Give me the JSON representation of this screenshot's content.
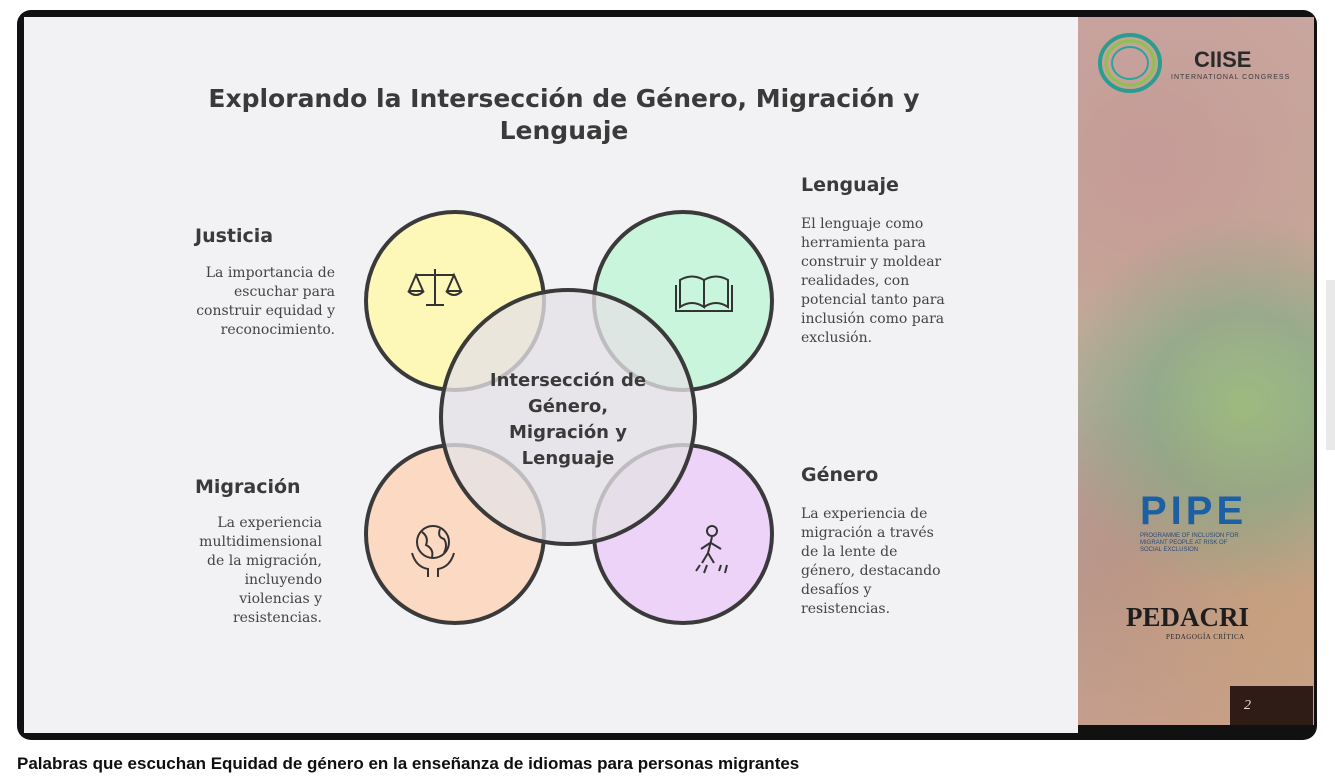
{
  "slide": {
    "title": "Explorando la Intersección de Género, Migración y Lenguaje",
    "center_label": "Intersección de Género, Migración y Lenguaje",
    "items": [
      {
        "key": "justicia",
        "label": "Justicia",
        "text": "La importancia de escuchar para construir equidad y reconocimiento.",
        "icon": "scales-icon",
        "color": "#fdf7b8"
      },
      {
        "key": "lenguaje",
        "label": "Lenguaje",
        "text": "El lenguaje como herramienta para construir y moldear realidades, con potencial tanto para inclusión como para exclusión.",
        "icon": "book-icon",
        "color": "#c8f5dc"
      },
      {
        "key": "migracion",
        "label": "Migración",
        "text": "La experiencia multidimensional de la migración, incluyendo violencias y resistencias.",
        "icon": "globe-hands-icon",
        "color": "#fcd9c2"
      },
      {
        "key": "genero",
        "label": "Género",
        "text": "La experiencia de migración a través de la lente de género, destacando desafíos y resistencias.",
        "icon": "walking-person-icon",
        "color": "#ecd3f7"
      }
    ]
  },
  "sidebar": {
    "ciise_title": "CIISE",
    "ciise_subtitle": "INTERNATIONAL CONGRESS",
    "pipe_title": "PIPE",
    "pipe_subtitle": "PROGRAMME OF INCLUSION FOR MIGRANT PEOPLE AT RISK OF SOCIAL EXCLUSION",
    "pedacri_title": "PEDACRI",
    "pedacri_subtitle": "PEDAGOGÍA CRÍTICA",
    "page_number": "2"
  },
  "video": {
    "caption": "Palabras que escuchan Equidad de género en la enseñanza de idiomas para personas migrantes"
  }
}
